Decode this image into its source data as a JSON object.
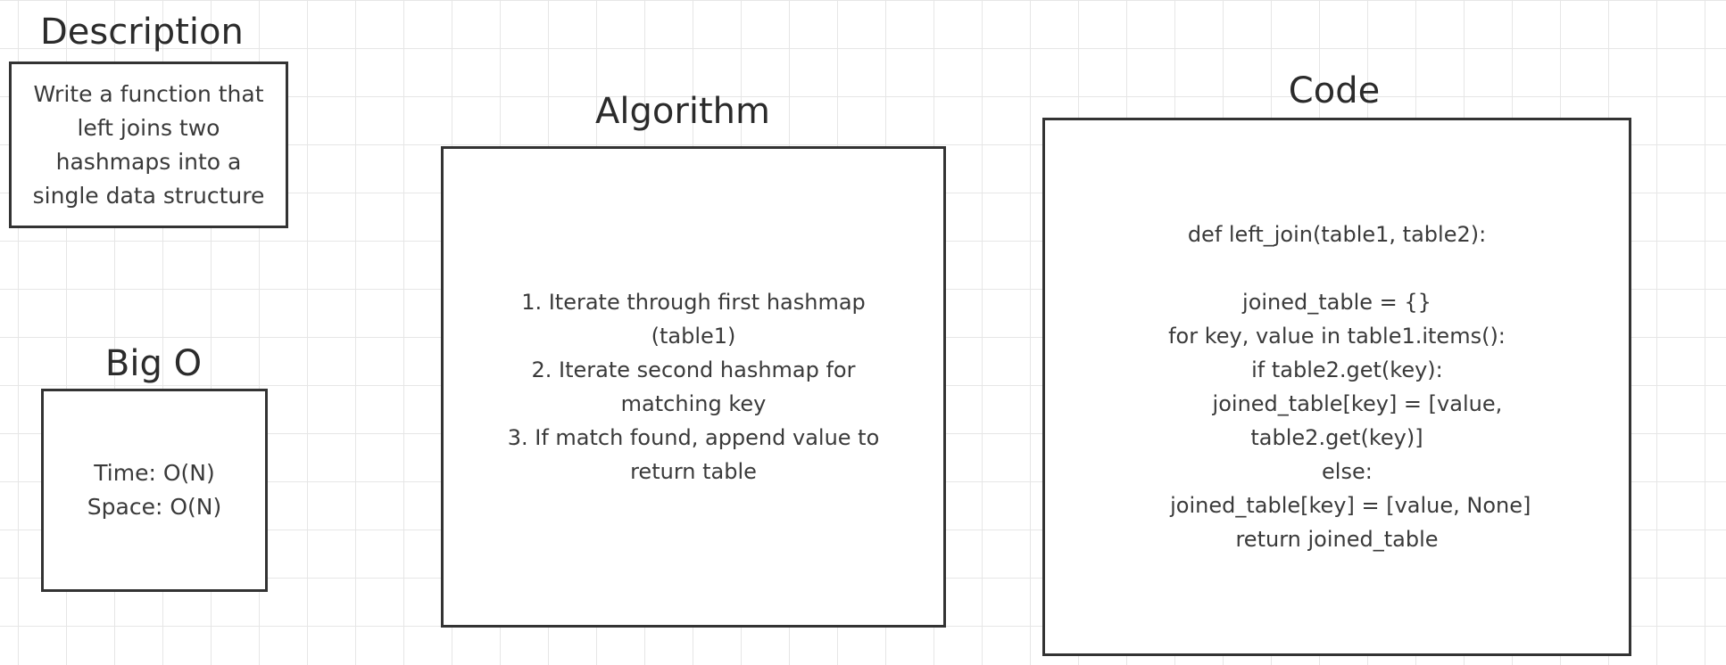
{
  "description": {
    "title": "Description",
    "text": "Write a function that\nleft joins two\nhashmaps into a\nsingle data structure"
  },
  "big_o": {
    "title": "Big O",
    "text": "Time: O(N)\nSpace: O(N)"
  },
  "algorithm": {
    "title": "Algorithm",
    "text": "1. Iterate through first hashmap\n(table1)\n2. Iterate second hashmap for\nmatching key\n3. If match found, append value to\nreturn table"
  },
  "code": {
    "title": "Code",
    "text": "def left_join(table1, table2):\n\njoined_table = {}\nfor key, value in table1.items():\n   if table2.get(key):\n      joined_table[key] = [value,\ntable2.get(key)]\n   else:\n    joined_table[key] = [value, None]\nreturn joined_table"
  }
}
